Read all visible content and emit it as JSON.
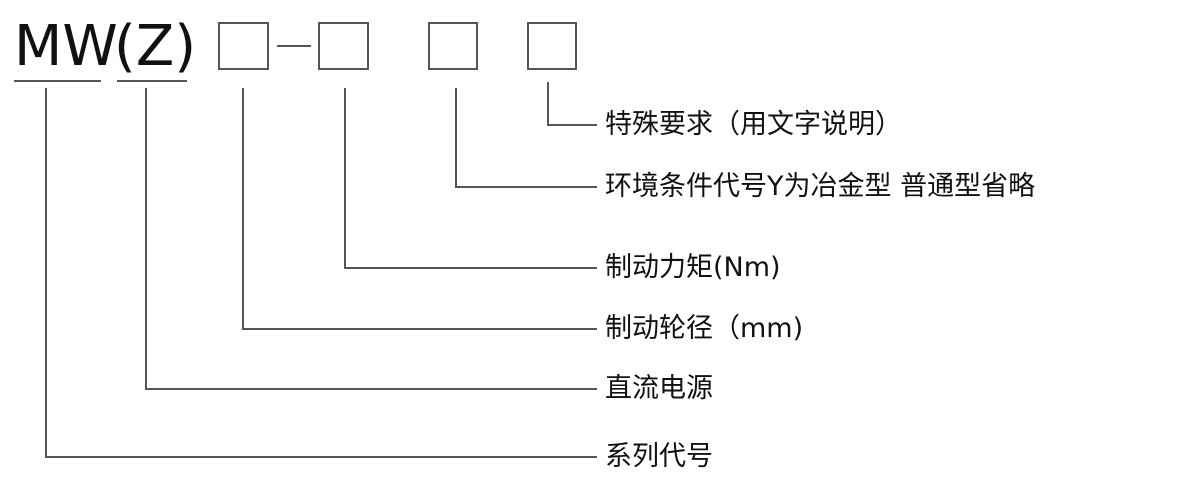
{
  "code": {
    "series": "MW",
    "dc": "(Z)",
    "dash": "–"
  },
  "labels": [
    "特殊要求（用文字说明）",
    "环境条件代号Y为冶金型 普通型省略",
    "制动力矩(Nm)",
    "制动轮径（mm)",
    "直流电源",
    "系列代号"
  ]
}
